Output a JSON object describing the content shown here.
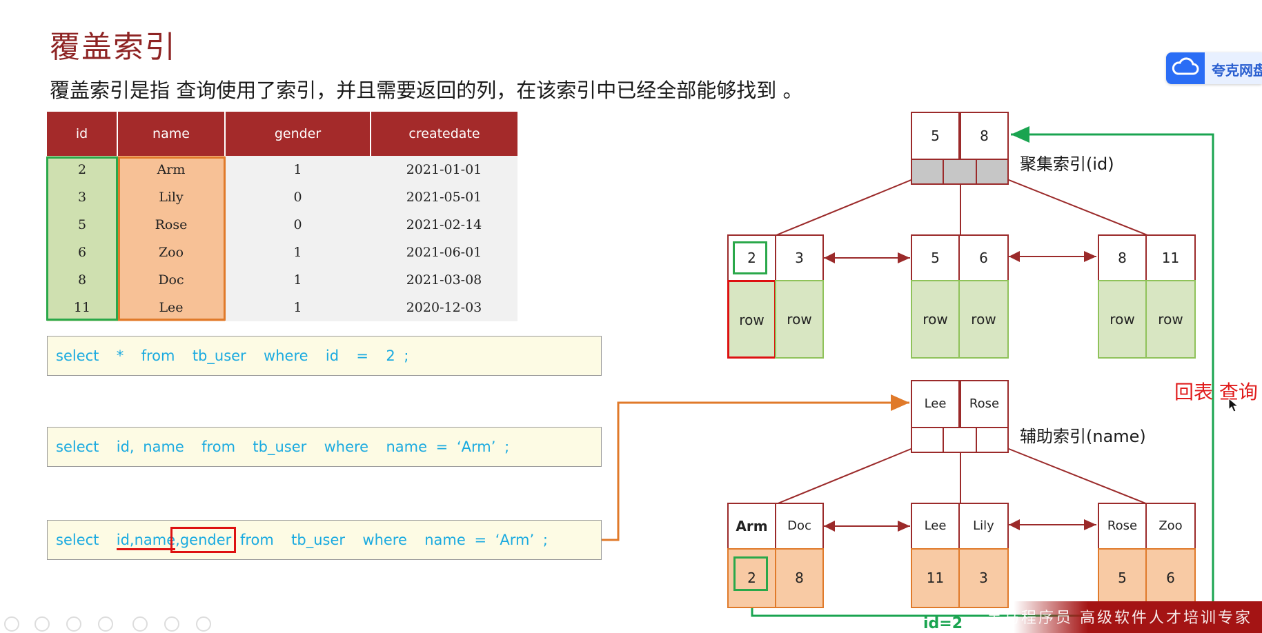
{
  "title": "覆盖索引",
  "subtitle": "覆盖索引是指 查询使用了索引，并且需要返回的列，在该索引中已经全部能够找到 。",
  "table": {
    "headers": [
      "id",
      "name",
      "gender",
      "createdate"
    ],
    "rows": [
      [
        "2",
        "Arm",
        "1",
        "2021-01-01"
      ],
      [
        "3",
        "Lily",
        "0",
        "2021-05-01"
      ],
      [
        "5",
        "Rose",
        "0",
        "2021-02-14"
      ],
      [
        "6",
        "Zoo",
        "1",
        "2021-06-01"
      ],
      [
        "8",
        "Doc",
        "1",
        "2021-03-08"
      ],
      [
        "11",
        "Lee",
        "1",
        "2020-12-03"
      ]
    ]
  },
  "queries": {
    "q1": "select  *  from  tb_user  where  id  =  2 ;",
    "q2": "select  id, name  from  tb_user  where  name = ‘Arm’ ;",
    "q3a": "select  ",
    "q3b": "id,name",
    "q3c": ",gender",
    "q3d": " from  tb_user  where  name = ‘Arm’ ;"
  },
  "clustered": {
    "label": "聚集索引(id)",
    "root": [
      "5",
      "8"
    ],
    "leaves": [
      {
        "keys": [
          "2",
          "3"
        ],
        "rows": [
          "row",
          "row"
        ]
      },
      {
        "keys": [
          "5",
          "6"
        ],
        "rows": [
          "row",
          "row"
        ]
      },
      {
        "keys": [
          "8",
          "11"
        ],
        "rows": [
          "row",
          "row"
        ]
      }
    ]
  },
  "secondary": {
    "label": "辅助索引(name)",
    "root": [
      "Lee",
      "Rose"
    ],
    "leaves": [
      {
        "keys": [
          "Arm",
          "Doc"
        ],
        "ids": [
          "2",
          "8"
        ]
      },
      {
        "keys": [
          "Lee",
          "Lily"
        ],
        "ids": [
          "11",
          "3"
        ]
      },
      {
        "keys": [
          "Rose",
          "Zoo"
        ],
        "ids": [
          "5",
          "6"
        ]
      }
    ]
  },
  "lookup_label": "回表 查询",
  "id_label": "id=2",
  "quark": {
    "label": "夸克网盘",
    "icon": "cloud-icon"
  },
  "watermark": "黑马程序员  高级软件人才培训专家",
  "colors": {
    "brand_red": "#a42a2a",
    "id_green": "#2aa84a",
    "name_orange": "#e07a2a",
    "sql_blue": "#1aaae0",
    "lookup_red": "#e01b1b"
  }
}
